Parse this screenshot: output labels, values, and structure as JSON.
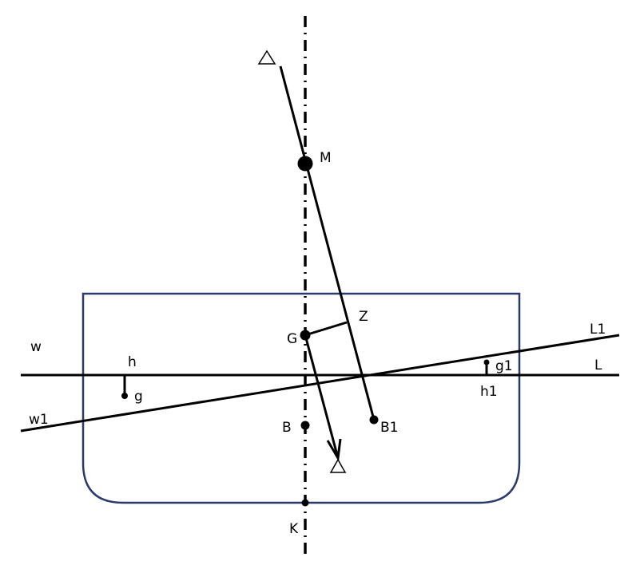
{
  "colors": {
    "hull": "#2b3a6b",
    "line": "#000000",
    "background": "#ffffff"
  },
  "labels": {
    "M": "M",
    "Z": "Z",
    "G": "G",
    "B": "B",
    "B1": "B1",
    "K": "K",
    "w": "w",
    "w1": "w1",
    "L": "L",
    "L1": "L1",
    "h": "h",
    "g": "g",
    "g1": "g1",
    "h1": "h1"
  },
  "icons": {
    "top": "triangle-icon",
    "bottom": "triangle-icon"
  }
}
